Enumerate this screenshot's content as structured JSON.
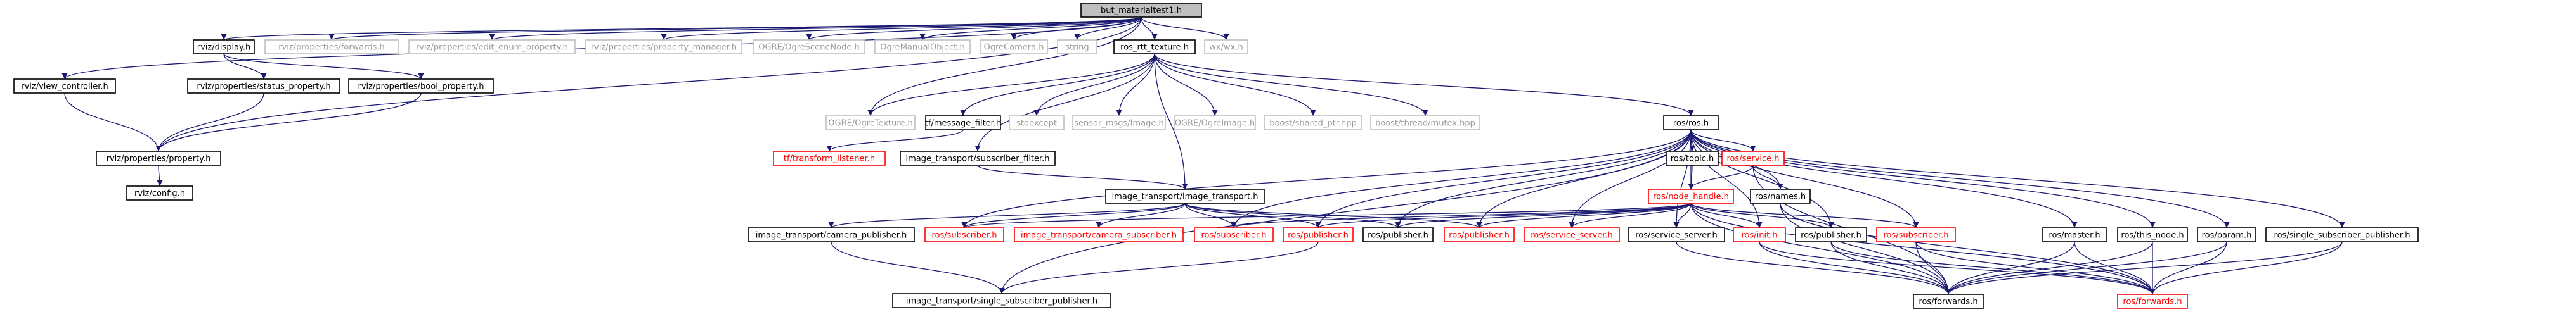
{
  "colors": {
    "edge": "#191970",
    "root_fill": "#bfbfbf",
    "root_stroke": "#000000",
    "doc_stroke": "#000000",
    "missing_stroke": "#bfbfbf",
    "missing_text": "#9a9a9a",
    "red": "#ff0000",
    "text": "#000000"
  },
  "nodes": [
    {
      "id": "root",
      "label": "but_materialtest1.h",
      "style": "root"
    },
    {
      "id": "rviz_display",
      "label": "rviz/display.h",
      "style": "doc"
    },
    {
      "id": "props_forwards",
      "label": "rviz/properties/forwards.h",
      "style": "missing"
    },
    {
      "id": "edit_enum",
      "label": "rviz/properties/edit_enum_property.h",
      "style": "missing"
    },
    {
      "id": "prop_manager",
      "label": "rviz/properties/property_manager.h",
      "style": "missing"
    },
    {
      "id": "ogre_scenenode",
      "label": "OGRE/OgreSceneNode.h",
      "style": "missing"
    },
    {
      "id": "ogre_manualobject",
      "label": "OgreManualObject.h",
      "style": "missing"
    },
    {
      "id": "ogre_camera",
      "label": "OgreCamera.h",
      "style": "missing"
    },
    {
      "id": "string",
      "label": "string",
      "style": "missing"
    },
    {
      "id": "ros_rtt_texture",
      "label": "ros_rtt_texture.h",
      "style": "doc"
    },
    {
      "id": "wxwx",
      "label": "wx/wx.h",
      "style": "missing"
    },
    {
      "id": "view_controller",
      "label": "rviz/view_controller.h",
      "style": "doc"
    },
    {
      "id": "status_property",
      "label": "rviz/properties/status_property.h",
      "style": "doc"
    },
    {
      "id": "bool_property",
      "label": "rviz/properties/bool_property.h",
      "style": "doc"
    },
    {
      "id": "ogre_texture",
      "label": "OGRE/OgreTexture.h",
      "style": "missing"
    },
    {
      "id": "message_filter",
      "label": "tf/message_filter.h",
      "style": "doc"
    },
    {
      "id": "stdexcept",
      "label": "stdexcept",
      "style": "missing"
    },
    {
      "id": "sensor_image",
      "label": "sensor_msgs/Image.h",
      "style": "missing"
    },
    {
      "id": "ogre_image",
      "label": "OGRE/OgreImage.h",
      "style": "missing"
    },
    {
      "id": "shared_ptr",
      "label": "boost/shared_ptr.hpp",
      "style": "missing"
    },
    {
      "id": "mutex",
      "label": "boost/thread/mutex.hpp",
      "style": "missing"
    },
    {
      "id": "ros_ros",
      "label": "ros/ros.h",
      "style": "doc"
    },
    {
      "id": "rviz_property",
      "label": "rviz/properties/property.h",
      "style": "doc"
    },
    {
      "id": "tf_listener",
      "label": "tf/transform_listener.h",
      "style": "red"
    },
    {
      "id": "sub_filter",
      "label": "image_transport/subscriber_filter.h",
      "style": "doc"
    },
    {
      "id": "ros_topic",
      "label": "ros/topic.h",
      "style": "doc"
    },
    {
      "id": "ros_service",
      "label": "ros/service.h",
      "style": "red"
    },
    {
      "id": "rviz_config",
      "label": "rviz/config.h",
      "style": "doc"
    },
    {
      "id": "img_transport",
      "label": "image_transport/image_transport.h",
      "style": "doc"
    },
    {
      "id": "node_handle",
      "label": "ros/node_handle.h",
      "style": "red"
    },
    {
      "id": "ros_names",
      "label": "ros/names.h",
      "style": "doc"
    },
    {
      "id": "cam_publisher",
      "label": "image_transport/camera_publisher.h",
      "style": "doc"
    },
    {
      "id": "subscriber_r1",
      "label": "ros/subscriber.h",
      "style": "red"
    },
    {
      "id": "cam_subscriber",
      "label": "image_transport/camera_subscriber.h",
      "style": "red"
    },
    {
      "id": "subscriber_r2",
      "label": "ros/subscriber.h",
      "style": "red"
    },
    {
      "id": "publisher_r1",
      "label": "ros/publisher.h",
      "style": "red"
    },
    {
      "id": "publisher_b1",
      "label": "ros/publisher.h",
      "style": "doc"
    },
    {
      "id": "publisher_r2",
      "label": "ros/publisher.h",
      "style": "red"
    },
    {
      "id": "service_server_r",
      "label": "ros/service_server.h",
      "style": "red"
    },
    {
      "id": "service_server_b",
      "label": "ros/service_server.h",
      "style": "doc"
    },
    {
      "id": "ros_init",
      "label": "ros/init.h",
      "style": "red"
    },
    {
      "id": "publisher_b2",
      "label": "ros/publisher.h",
      "style": "doc"
    },
    {
      "id": "subscriber_r3",
      "label": "ros/subscriber.h",
      "style": "red"
    },
    {
      "id": "ros_master",
      "label": "ros/master.h",
      "style": "doc"
    },
    {
      "id": "this_node",
      "label": "ros/this_node.h",
      "style": "doc"
    },
    {
      "id": "ros_param",
      "label": "ros/param.h",
      "style": "doc"
    },
    {
      "id": "single_sub_pub",
      "label": "ros/single_subscriber_publisher.h",
      "style": "doc"
    },
    {
      "id": "img_single_sub_pub",
      "label": "image_transport/single_subscriber_publisher.h",
      "style": "doc"
    },
    {
      "id": "forwards_b",
      "label": "ros/forwards.h",
      "style": "doc"
    },
    {
      "id": "forwards_r",
      "label": "ros/forwards.h",
      "style": "red"
    }
  ],
  "edges": [
    [
      "root",
      "rviz_display"
    ],
    [
      "root",
      "props_forwards"
    ],
    [
      "root",
      "edit_enum"
    ],
    [
      "root",
      "prop_manager"
    ],
    [
      "root",
      "ogre_scenenode"
    ],
    [
      "root",
      "ogre_manualobject"
    ],
    [
      "root",
      "ogre_camera"
    ],
    [
      "root",
      "string"
    ],
    [
      "root",
      "ros_rtt_texture"
    ],
    [
      "root",
      "wxwx"
    ],
    [
      "root",
      "view_controller"
    ],
    [
      "root",
      "rviz_property"
    ],
    [
      "root",
      "ogre_texture"
    ],
    [
      "rviz_display",
      "status_property"
    ],
    [
      "rviz_display",
      "bool_property"
    ],
    [
      "view_controller",
      "rviz_property"
    ],
    [
      "status_property",
      "rviz_property"
    ],
    [
      "bool_property",
      "rviz_property"
    ],
    [
      "rviz_property",
      "rviz_config"
    ],
    [
      "ros_rtt_texture",
      "ogre_texture"
    ],
    [
      "ros_rtt_texture",
      "message_filter"
    ],
    [
      "ros_rtt_texture",
      "stdexcept"
    ],
    [
      "ros_rtt_texture",
      "sensor_image"
    ],
    [
      "ros_rtt_texture",
      "ogre_image"
    ],
    [
      "ros_rtt_texture",
      "shared_ptr"
    ],
    [
      "ros_rtt_texture",
      "mutex"
    ],
    [
      "ros_rtt_texture",
      "ros_ros"
    ],
    [
      "ros_rtt_texture",
      "sub_filter"
    ],
    [
      "ros_rtt_texture",
      "img_transport"
    ],
    [
      "message_filter",
      "tf_listener"
    ],
    [
      "sub_filter",
      "img_transport"
    ],
    [
      "ros_ros",
      "ros_topic"
    ],
    [
      "ros_ros",
      "ros_service"
    ],
    [
      "ros_ros",
      "node_handle"
    ],
    [
      "ros_ros",
      "ros_names"
    ],
    [
      "ros_ros",
      "ros_master"
    ],
    [
      "ros_ros",
      "this_node"
    ],
    [
      "ros_ros",
      "ros_param"
    ],
    [
      "ros_ros",
      "single_sub_pub"
    ],
    [
      "ros_ros",
      "publisher_r1"
    ],
    [
      "ros_ros",
      "subscriber_r2"
    ],
    [
      "ros_ros",
      "publisher_b1"
    ],
    [
      "ros_ros",
      "publisher_r2"
    ],
    [
      "ros_ros",
      "service_server_r"
    ],
    [
      "ros_ros",
      "service_server_b"
    ],
    [
      "ros_ros",
      "ros_init"
    ],
    [
      "ros_ros",
      "publisher_b2"
    ],
    [
      "ros_ros",
      "subscriber_r3"
    ],
    [
      "ros_ros",
      "subscriber_r1"
    ],
    [
      "ros_ros",
      "img_single_sub_pub"
    ],
    [
      "ros_topic",
      "node_handle"
    ],
    [
      "ros_service",
      "node_handle"
    ],
    [
      "ros_service",
      "ros_names"
    ],
    [
      "ros_service",
      "forwards_b"
    ],
    [
      "node_handle",
      "subscriber_r1"
    ],
    [
      "node_handle",
      "subscriber_r2"
    ],
    [
      "node_handle",
      "publisher_r1"
    ],
    [
      "node_handle",
      "publisher_b1"
    ],
    [
      "node_handle",
      "publisher_r2"
    ],
    [
      "node_handle",
      "service_server_r"
    ],
    [
      "node_handle",
      "service_server_b"
    ],
    [
      "node_handle",
      "ros_init"
    ],
    [
      "node_handle",
      "publisher_b2"
    ],
    [
      "node_handle",
      "subscriber_r3"
    ],
    [
      "node_handle",
      "forwards_b"
    ],
    [
      "node_handle",
      "forwards_r"
    ],
    [
      "img_transport",
      "cam_publisher"
    ],
    [
      "img_transport",
      "subscriber_r1"
    ],
    [
      "img_transport",
      "cam_subscriber"
    ],
    [
      "img_transport",
      "subscriber_r2"
    ],
    [
      "img_transport",
      "publisher_r1"
    ],
    [
      "img_transport",
      "publisher_b1"
    ],
    [
      "img_transport",
      "publisher_r2"
    ],
    [
      "cam_publisher",
      "img_single_sub_pub"
    ],
    [
      "publisher_r1",
      "img_single_sub_pub"
    ],
    [
      "ros_names",
      "forwards_b"
    ],
    [
      "ros_names",
      "forwards_r"
    ],
    [
      "service_server_b",
      "forwards_b"
    ],
    [
      "ros_init",
      "forwards_b"
    ],
    [
      "ros_init",
      "forwards_r"
    ],
    [
      "publisher_b2",
      "forwards_b"
    ],
    [
      "publisher_b2",
      "forwards_r"
    ],
    [
      "subscriber_r3",
      "forwards_b"
    ],
    [
      "subscriber_r3",
      "forwards_r"
    ],
    [
      "ros_master",
      "forwards_b"
    ],
    [
      "ros_master",
      "forwards_r"
    ],
    [
      "this_node",
      "forwards_b"
    ],
    [
      "this_node",
      "forwards_r"
    ],
    [
      "ros_param",
      "forwards_b"
    ],
    [
      "ros_param",
      "forwards_r"
    ],
    [
      "single_sub_pub",
      "forwards_b"
    ],
    [
      "single_sub_pub",
      "forwards_r"
    ]
  ]
}
